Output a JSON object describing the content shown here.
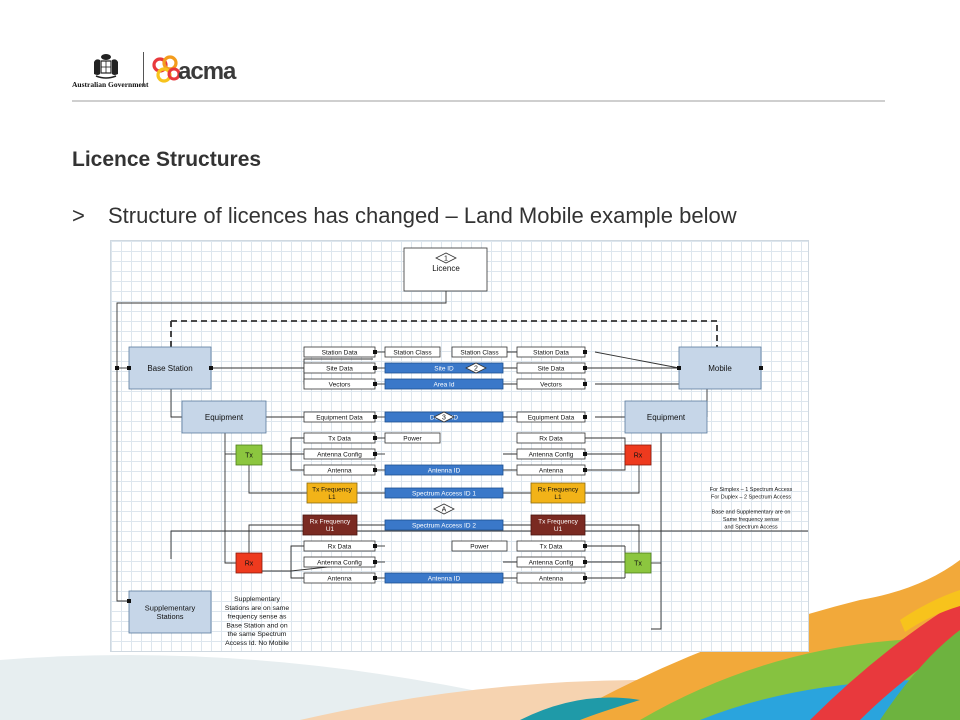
{
  "header": {
    "gov_name": "Australian Government",
    "agency": "acma",
    "brand_colors": {
      "acma_red": "#e8393d",
      "acma_orange": "#f39c1c",
      "acma_yellow": "#f7c31c",
      "acma_blue": "#2aa4dd"
    }
  },
  "slide": {
    "title": "Licence Structures",
    "bullet_marker": ">",
    "bullet_text": "Structure of licences has changed – Land Mobile example below"
  },
  "diagram": {
    "licence_num": "1",
    "licence": "Licence",
    "base_station": "Base Station",
    "mobile": "Mobile",
    "equipment_left": "Equipment",
    "equipment_right": "Equipment",
    "supplementary": "Supplementary Stations",
    "supplementary_note": [
      "Supplementary",
      "Stations are on same",
      "frequency sense as",
      "Base Station and on",
      "the same Spectrum",
      "Access Id. No Mobile"
    ],
    "tx_left": "Tx",
    "rx_left": "Rx",
    "rx_right": "Rx",
    "tx_right": "Tx",
    "l_station_data": "Station Data",
    "l_site_data": "Site Data",
    "l_vectors": "Vectors",
    "l_station_class": "Station Class",
    "r_station_class": "Station Class",
    "r_station_data": "Station Data",
    "r_site_data": "Site Data",
    "r_vectors": "Vectors",
    "site_id": "Site ID",
    "site_num": "2",
    "area_id": "Area Id",
    "l_equipment_data": "Equipment Data",
    "device_id": "Device ID",
    "device_num": "3",
    "r_equipment_data": "Equipment Data",
    "l_tx_data": "Tx Data",
    "l_power": "Power",
    "r_rx_data": "Rx Data",
    "l_antenna_config_1": "Antenna Config",
    "r_antenna_config_1": "Antenna Config",
    "l_antenna_1": "Antenna",
    "antenna_id_1": "Antenna ID",
    "r_antenna_1": "Antenna",
    "tx_freq_l1": [
      "Tx Frequency",
      "L1"
    ],
    "spectrum_access_1": "Spectrum Access ID 1",
    "rx_freq_l1": [
      "Rx Frequency",
      "L1"
    ],
    "access_marker": "A",
    "rx_freq_u1": [
      "Rx Frequency",
      "U1"
    ],
    "spectrum_access_2": "Spectrum Access ID 2",
    "tx_freq_u1": [
      "Tx Frequency",
      "U1"
    ],
    "l_rx_data": "Rx Data",
    "r_power": "Power",
    "r_tx_data": "Tx Data",
    "l_antenna_config_2": "Antenna Config",
    "r_antenna_config_2": "Antenna Config",
    "l_antenna_2": "Antenna",
    "antenna_id_2": "Antenna ID",
    "r_antenna_2": "Antenna",
    "side_note": [
      "For Simplex – 1 Spectrum Access",
      "For Duplex – 2 Spectrum Access",
      "",
      "Base and Supplementary are on",
      "Same frequency sense",
      "and Spectrum Access"
    ]
  }
}
